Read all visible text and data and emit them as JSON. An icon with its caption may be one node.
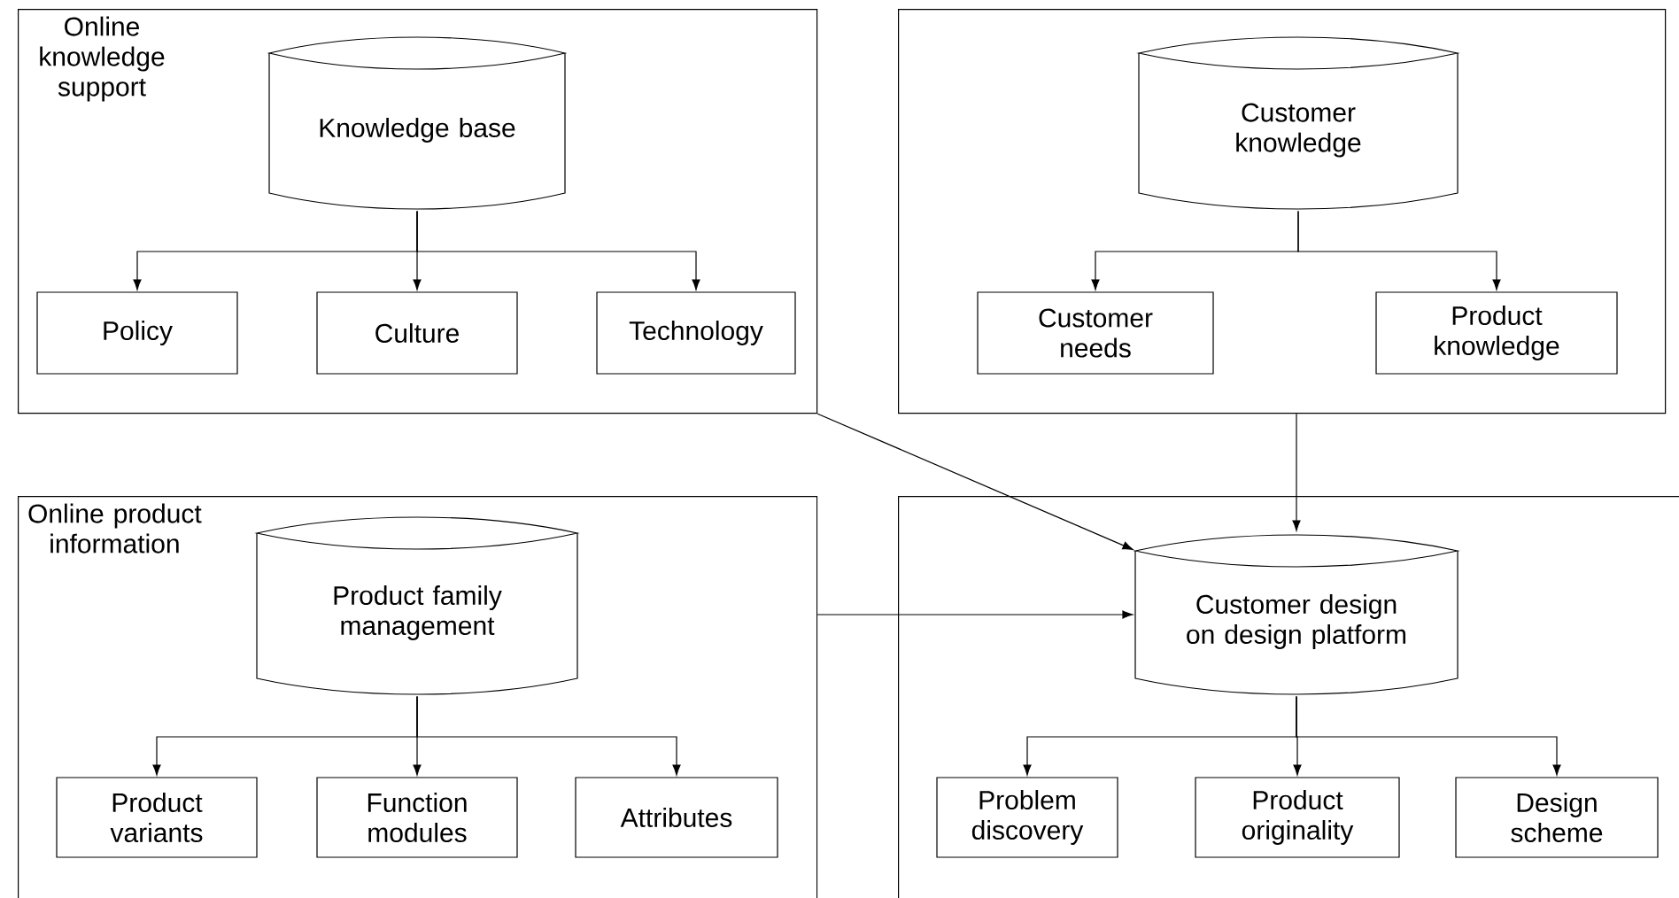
{
  "diagram": {
    "nodes": [
      {
        "text": [
          "Online knowledge support"
        ]
      },
      {
        "text": [
          "Knowledge base"
        ],
        "in": 0
      },
      {
        "text": [
          "Policy"
        ],
        "in": 0
      },
      {
        "text": [
          "Culture"
        ],
        "in": 0
      },
      {
        "text": [
          "Technology"
        ],
        "in": 0
      },
      {
        "text": [],
        "shape": "box"
      },
      {
        "text": [
          "Customer knowledge"
        ],
        "in": 5
      },
      {
        "text": [
          "Customer needs"
        ],
        "in": 5
      },
      {
        "text": [
          "Product knowledge"
        ],
        "in": 5
      },
      {
        "text": [
          "Online product information"
        ]
      },
      {
        "text": [
          "Product family management"
        ],
        "in": 9
      },
      {
        "text": [
          "Product variants"
        ],
        "in": 9
      },
      {
        "text": [
          "Function modules"
        ],
        "in": 9
      },
      {
        "text": [
          "Attributes"
        ],
        "in": 9
      },
      {
        "text": [],
        "shape": "box"
      },
      {
        "text": [
          "Customer design on design platform"
        ],
        "in": 14
      },
      {
        "text": [
          "Problem discovery"
        ],
        "in": 14
      },
      {
        "text": [
          "Product originality"
        ],
        "in": 14
      },
      {
        "text": [
          "Design scheme"
        ],
        "in": 14
      }
    ],
    "edges": [
      {
        "from": 1,
        "to": 2,
        "arrow": "to"
      },
      {
        "from": 1,
        "to": 3,
        "arrow": "to"
      },
      {
        "from": 1,
        "to": 4,
        "arrow": "to"
      },
      {
        "from": 6,
        "to": 7,
        "arrow": "to"
      },
      {
        "from": 6,
        "to": 8,
        "arrow": "to"
      },
      {
        "from": 10,
        "to": 11,
        "arrow": "to"
      },
      {
        "from": 10,
        "to": 12,
        "arrow": "to"
      },
      {
        "from": 10,
        "to": 13,
        "arrow": "to"
      },
      {
        "from": 15,
        "to": 16,
        "arrow": "to"
      },
      {
        "from": 15,
        "to": 17,
        "arrow": "to"
      },
      {
        "from": 15,
        "to": 18,
        "arrow": "to"
      },
      {
        "from": 0,
        "to": 15,
        "arrow": "to"
      },
      {
        "from": 5,
        "to": 15,
        "arrow": "to"
      },
      {
        "from": 9,
        "to": 15,
        "arrow": "to"
      }
    ]
  }
}
